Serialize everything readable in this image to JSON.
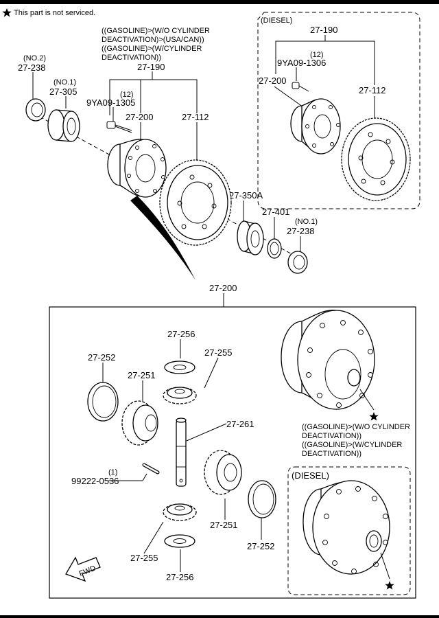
{
  "legend": {
    "text": "This part is not serviced."
  },
  "top": {
    "gasoline_note": [
      "((GASOLINE)>(W/O CYLINDER",
      "DEACTIVATION)>(USA/CAN))",
      "((GASOLINE)>(W/CYLINDER",
      "DEACTIVATION))"
    ],
    "labels": {
      "no2": "(NO.2)",
      "p27_238_a": "27-238",
      "no1_a": "(NO.1)",
      "p27_305": "27-305",
      "p27_190": "27-190",
      "qty12_a": "(12)",
      "bolt_a": "9YA09-1305",
      "p27_200_a": "27-200",
      "p27_112_a": "27-112",
      "p27_350a": "27-350A",
      "p27_401": "27-401",
      "no1_b": "(NO.1)",
      "p27_238_b": "27-238"
    }
  },
  "diesel_top": {
    "title": "(DIESEL)",
    "p27_190": "27-190",
    "qty12": "(12)",
    "bolt": "9YA09-1306",
    "p27_200": "27-200",
    "p27_112": "27-112"
  },
  "bottom": {
    "callout": "27-200",
    "labels": {
      "p27_256_a": "27-256",
      "p27_255_a": "27-255",
      "p27_252_a": "27-252",
      "p27_251_a": "27-251",
      "p27_261": "27-261",
      "qty1": "(1)",
      "pin": "99222-0536",
      "p27_251_b": "27-251",
      "p27_252_b": "27-252",
      "p27_255_b": "27-255",
      "p27_256_b": "27-256"
    },
    "gasoline_note": [
      "((GASOLINE)>(W/O CYLINDER",
      "DEACTIVATION))",
      "((GASOLINE)>(W/CYLINDER",
      "DEACTIVATION))"
    ],
    "diesel_title": "(DIESEL)",
    "fwd": "FWD"
  }
}
